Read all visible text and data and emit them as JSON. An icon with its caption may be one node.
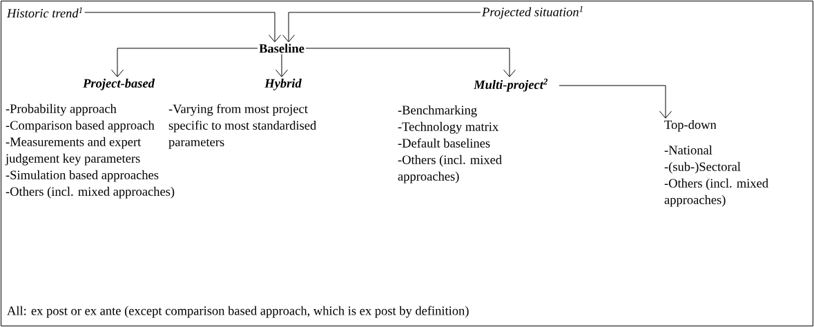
{
  "diagram": {
    "nodes": [
      {
        "text": [
          "Historic trend$^{1}$"
        ]
      },
      {
        "text": [
          "Projected situation$^{1}$"
        ]
      },
      {
        "text": [
          "Baseline"
        ]
      },
      {
        "text": [
          "Project-based",
          "-Probability approach",
          "-Comparison based approach",
          "-Measurements and expert judgement key parameters",
          "-Simulation based approaches",
          "-Others (incl. mixed approaches)"
        ]
      },
      {
        "text": [
          "Hybrid",
          "-Varying  from most project specific to most standardised parameters"
        ]
      },
      {
        "text": [
          "Multi-project$^{2}$",
          "-Benchmarking",
          "-Technology matrix",
          "-Default baselines",
          "-Others (incl. mixed approaches)"
        ]
      },
      {
        "text": [
          "Top-down",
          "-National",
          "-(sub-)Sectoral",
          "-Others (incl. mixed approaches)"
        ]
      }
    ],
    "edges": [
      {
        "from": 0,
        "to": 2,
        "arrow": "to"
      },
      {
        "from": 1,
        "to": 2,
        "arrow": "to"
      },
      {
        "from": 2,
        "to": 3,
        "arrow": "to"
      },
      {
        "from": 2,
        "to": 4,
        "arrow": "to"
      },
      {
        "from": 2,
        "to": 5,
        "arrow": "to"
      },
      {
        "from": 5,
        "to": 6,
        "arrow": "to"
      }
    ],
    "labels": [
      "All: ex post or ex ante (except comparison based approach, which is ex post by definition)"
    ]
  }
}
